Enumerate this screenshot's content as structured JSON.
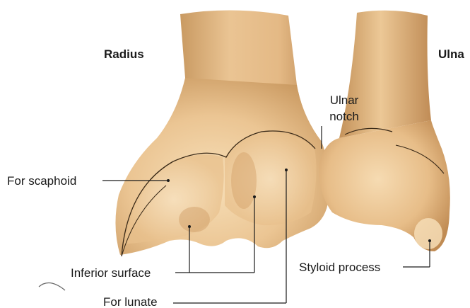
{
  "labels": {
    "radius": "Radius",
    "ulna": "Ulna",
    "ulnar_notch_line1": "Ulnar",
    "ulnar_notch_line2": "notch",
    "for_scaphoid": "For scaphoid",
    "inferior_surface": "Inferior surface",
    "for_lunate": "For lunate",
    "styloid_process": "Styloid process"
  },
  "colors": {
    "bone_light": "#f3d3a6",
    "bone_mid": "#e1b47e",
    "bone_dark": "#b9874f",
    "text": "#1a1a1a",
    "background": "#ffffff"
  }
}
